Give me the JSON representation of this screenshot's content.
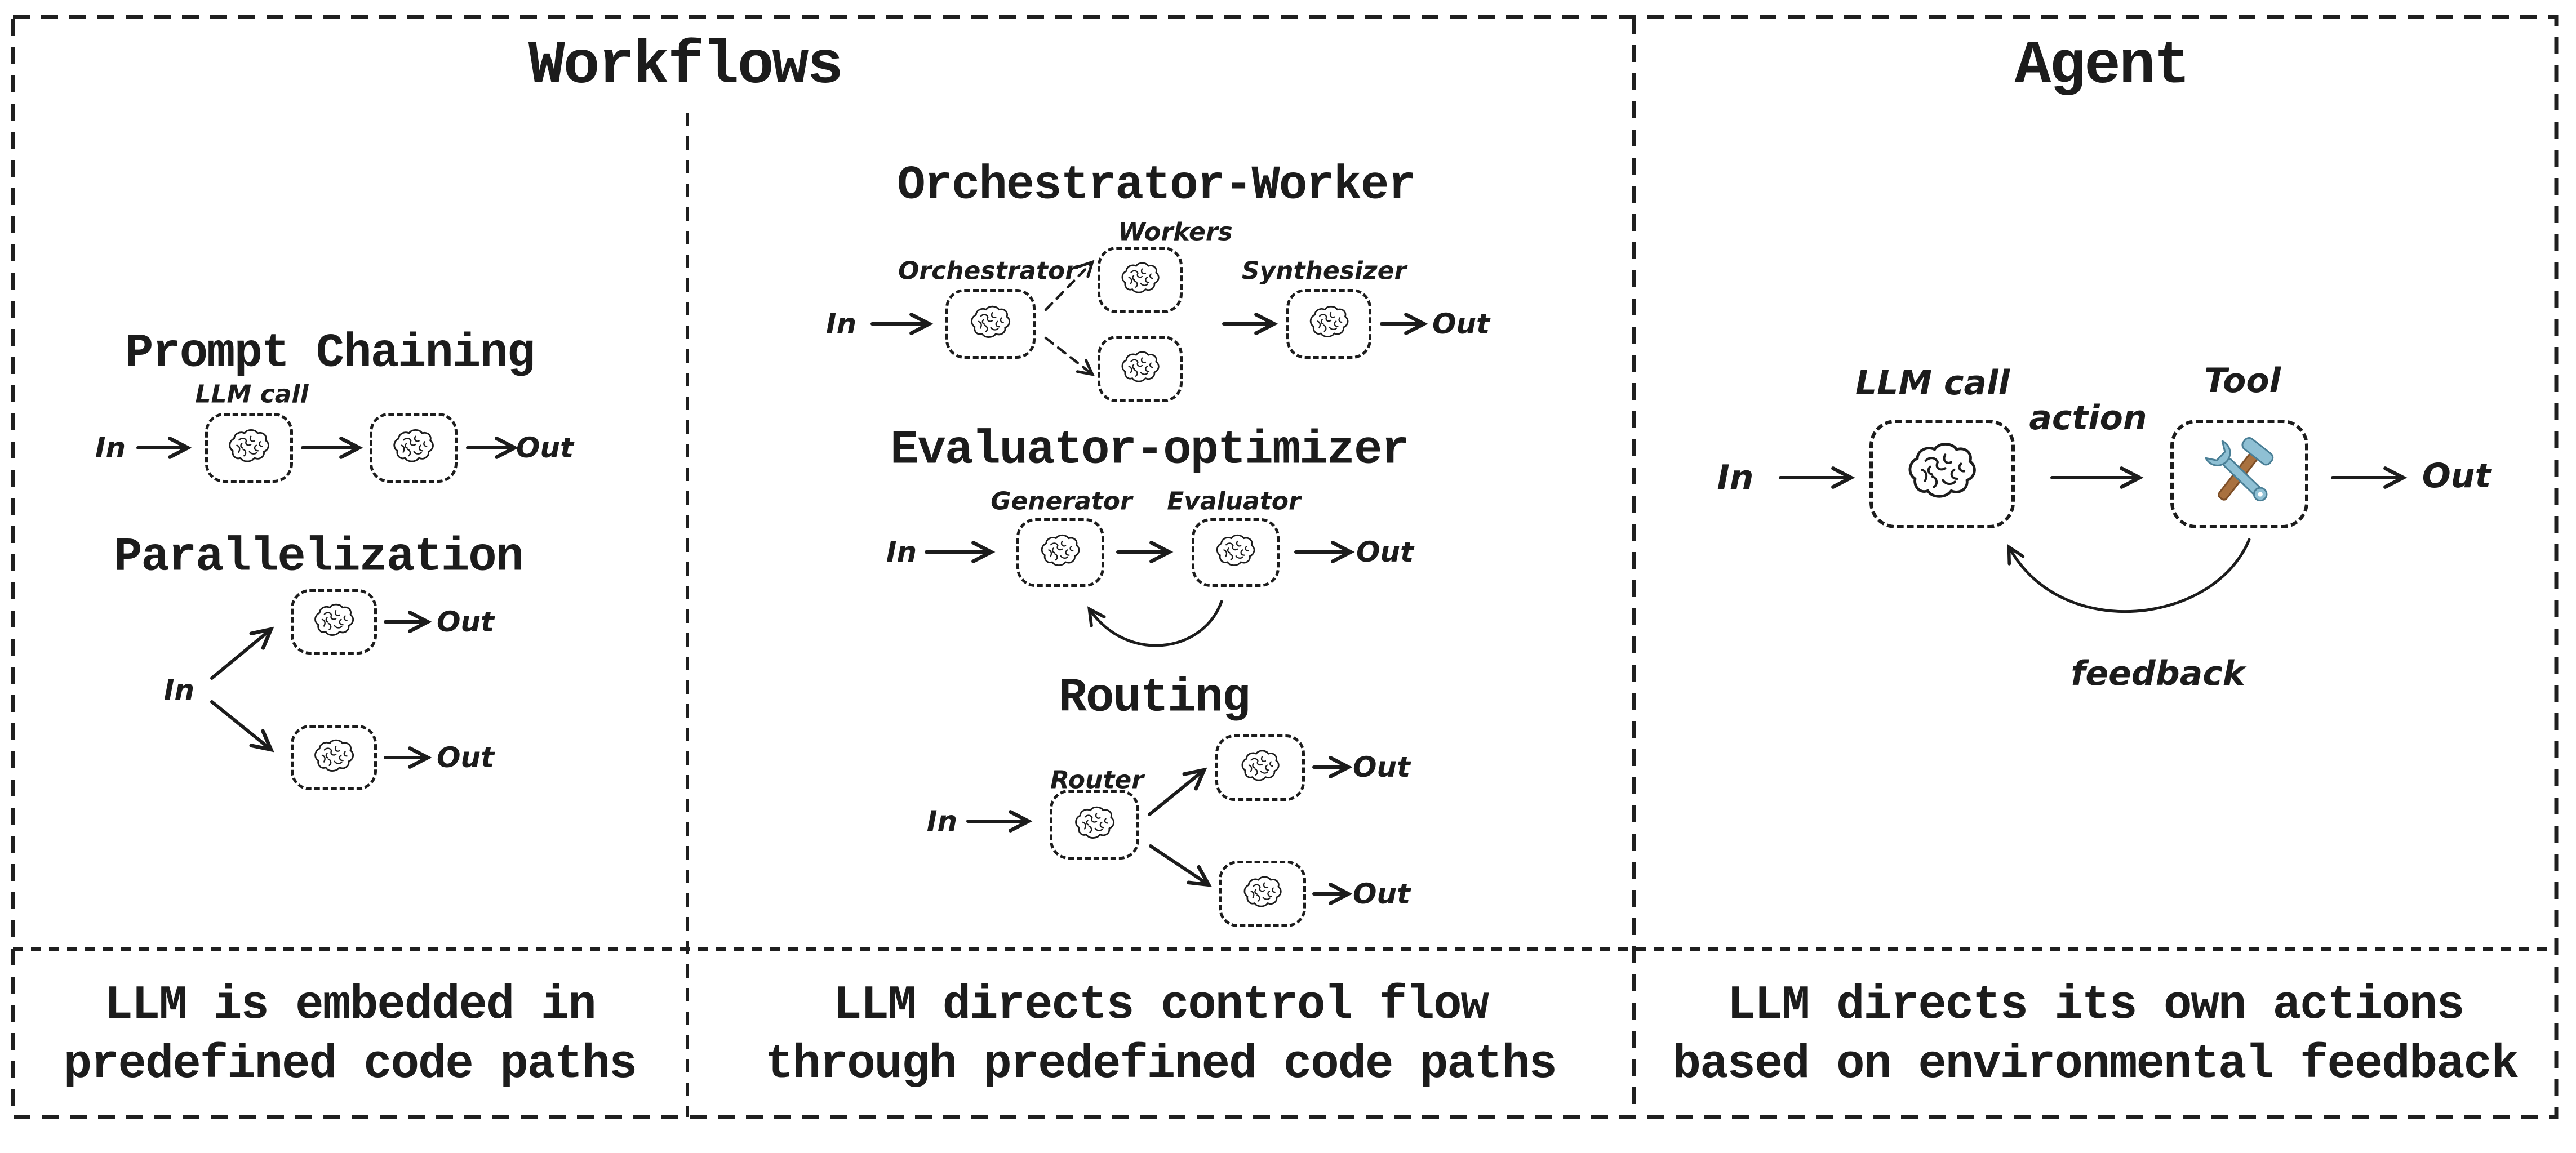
{
  "workflows": {
    "title": "Workflows",
    "sections": {
      "prompt_chaining": {
        "title": "Prompt Chaining",
        "llm_call_label": "LLM call",
        "in": "In",
        "out": "Out"
      },
      "parallelization": {
        "title": "Parallelization",
        "in": "In",
        "out_top": "Out",
        "out_bottom": "Out"
      },
      "orchestrator_worker": {
        "title": "Orchestrator-Worker",
        "workers_label": "Workers",
        "orchestrator_label": "Orchestrator",
        "synthesizer_label": "Synthesizer",
        "in": "In",
        "out": "Out"
      },
      "evaluator_optimizer": {
        "title": "Evaluator-optimizer",
        "generator_label": "Generator",
        "evaluator_label": "Evaluator",
        "in": "In",
        "out": "Out"
      },
      "routing": {
        "title": "Routing",
        "router_label": "Router",
        "in": "In",
        "out_top": "Out",
        "out_bottom": "Out"
      }
    },
    "captions": {
      "left": {
        "line1": "LLM is embedded in",
        "line2": "predefined code paths"
      },
      "middle": {
        "line1": "LLM directs control flow",
        "line2": "through predefined code paths"
      }
    }
  },
  "agent": {
    "title": "Agent",
    "llm_call_label": "LLM call",
    "tool_label": "Tool",
    "action_label": "action",
    "feedback_label": "feedback",
    "in": "In",
    "out": "Out",
    "caption": {
      "line1": "LLM directs its own actions",
      "line2": "based on environmental feedback"
    }
  },
  "icons": {
    "brain": "brain-icon",
    "tool": "hammer-wrench-icon"
  },
  "colors": {
    "ink": "#1c1c1c",
    "wrench_teal": "#8fc0d4",
    "wrench_teal_dark": "#4a7f96",
    "hammer_brown": "#a9713f",
    "hammer_brown_dark": "#7d4e27"
  }
}
